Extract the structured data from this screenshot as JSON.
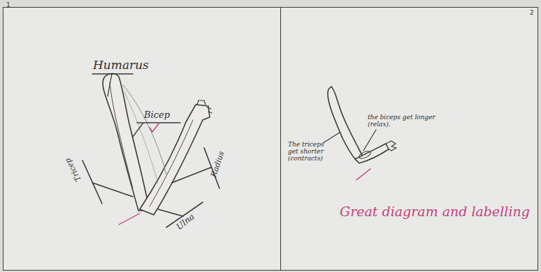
{
  "diagram": {
    "nodes": [
      {
        "text": [
          "1"
        ]
      },
      {
        "text": [
          "2"
        ]
      }
    ],
    "labels": [
      "Humarus",
      "Bicep",
      "Tricep",
      "Radius",
      "Ulna",
      "The triceps get shorter (contracts)",
      "the biceps get longer (relax).",
      "Great diagram and labelling"
    ]
  }
}
